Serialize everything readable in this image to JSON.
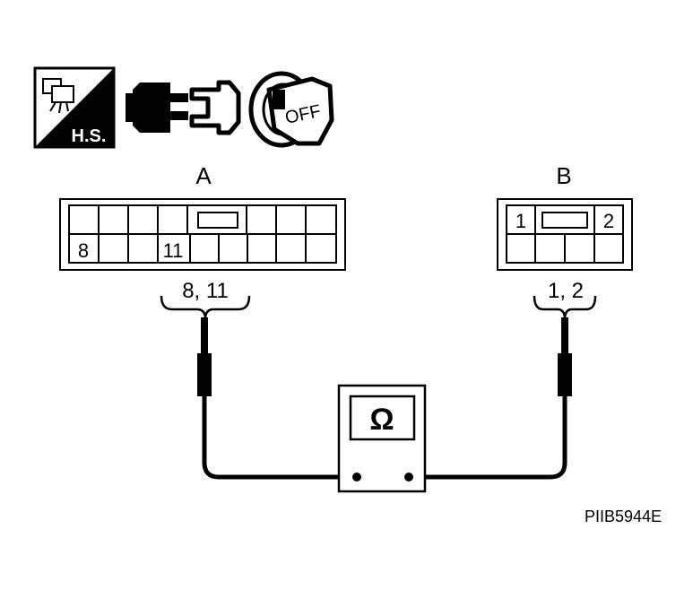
{
  "icons": {
    "harness_label": "H.S.",
    "ignition_label": "OFF"
  },
  "connector_a": {
    "title": "A",
    "pin_left": "8",
    "pin_mid": "11",
    "probe_label": "8, 11"
  },
  "connector_b": {
    "title": "B",
    "pin_left": "1",
    "pin_right": "2",
    "probe_label": "1, 2"
  },
  "meter": {
    "symbol": "Ω"
  },
  "figure_code": "PIIB5944E"
}
